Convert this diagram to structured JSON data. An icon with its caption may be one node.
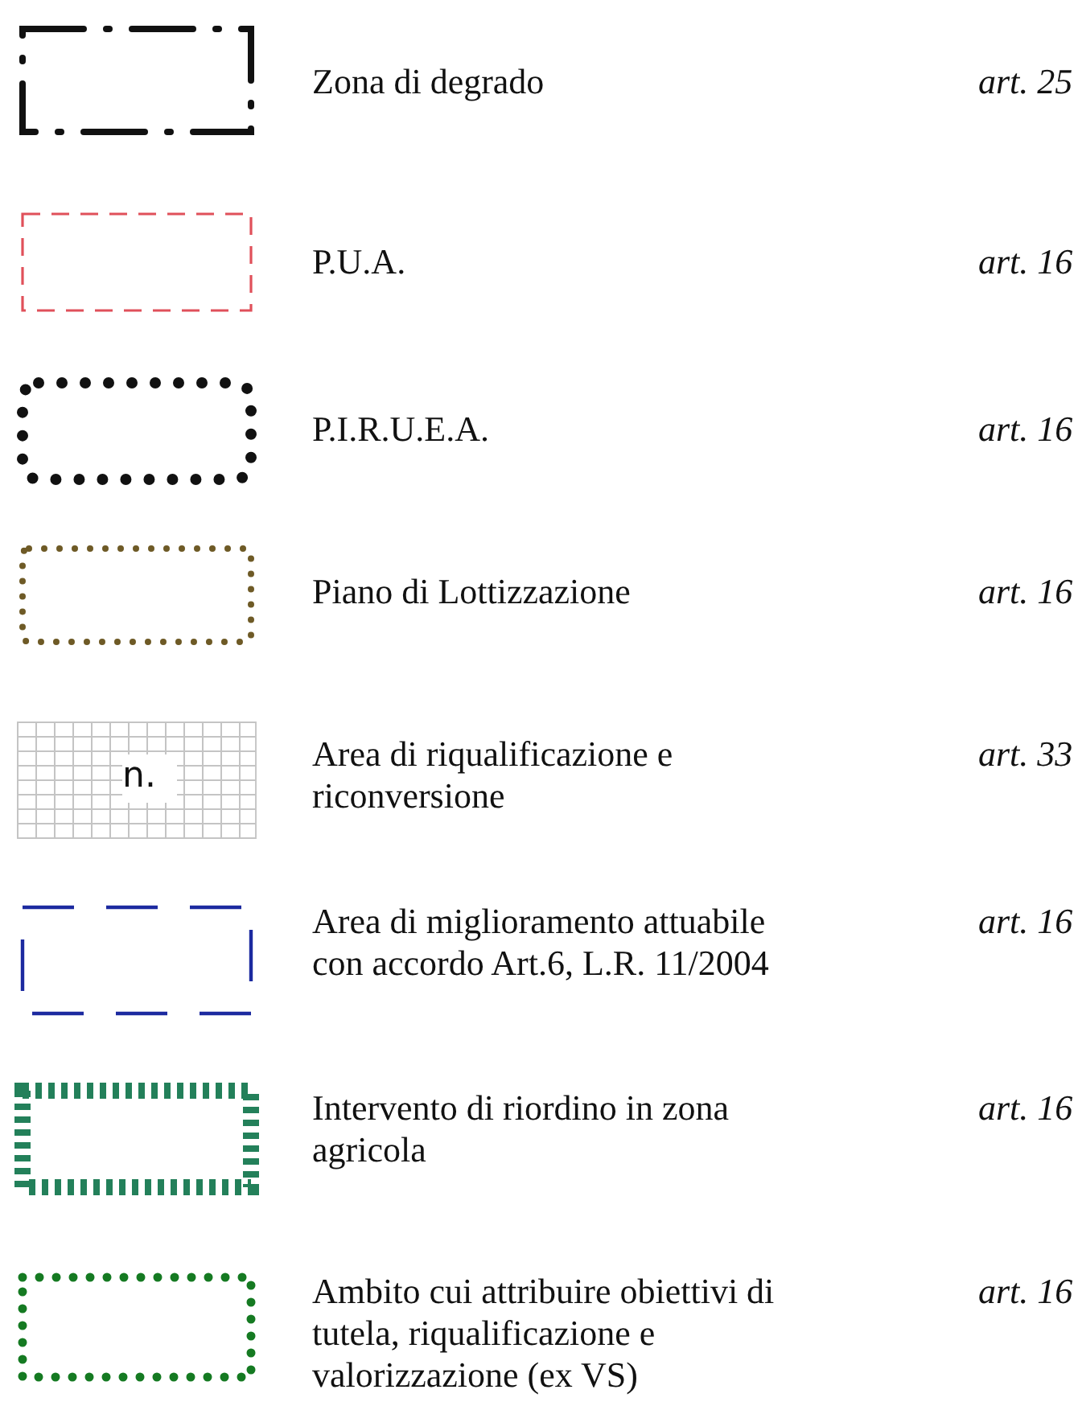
{
  "diagram": {
    "labels": [
      "art. 25",
      "art. 16",
      "art. 16",
      "art. 16",
      "n.",
      "art. 33",
      "art. 16",
      "art. 16",
      "art. 16"
    ],
    "legend": [
      {
        "text": "Zona di degrado"
      },
      {
        "text": "P.U.A."
      },
      {
        "text": "P.I.R.U.E.A."
      },
      {
        "text": "Piano di Lottizzazione"
      },
      {
        "text": "Area di riqualificazione e riconversione"
      },
      {
        "text": "Area di miglioramento attuabile con accordo Art.6, L.R. 11/2004"
      },
      {
        "text": "Intervento di riordino in zona agricola"
      },
      {
        "text": "Ambito cui attribuire obiettivi di tutela, riqualificazione e valorizzazione (ex VS)"
      }
    ]
  }
}
